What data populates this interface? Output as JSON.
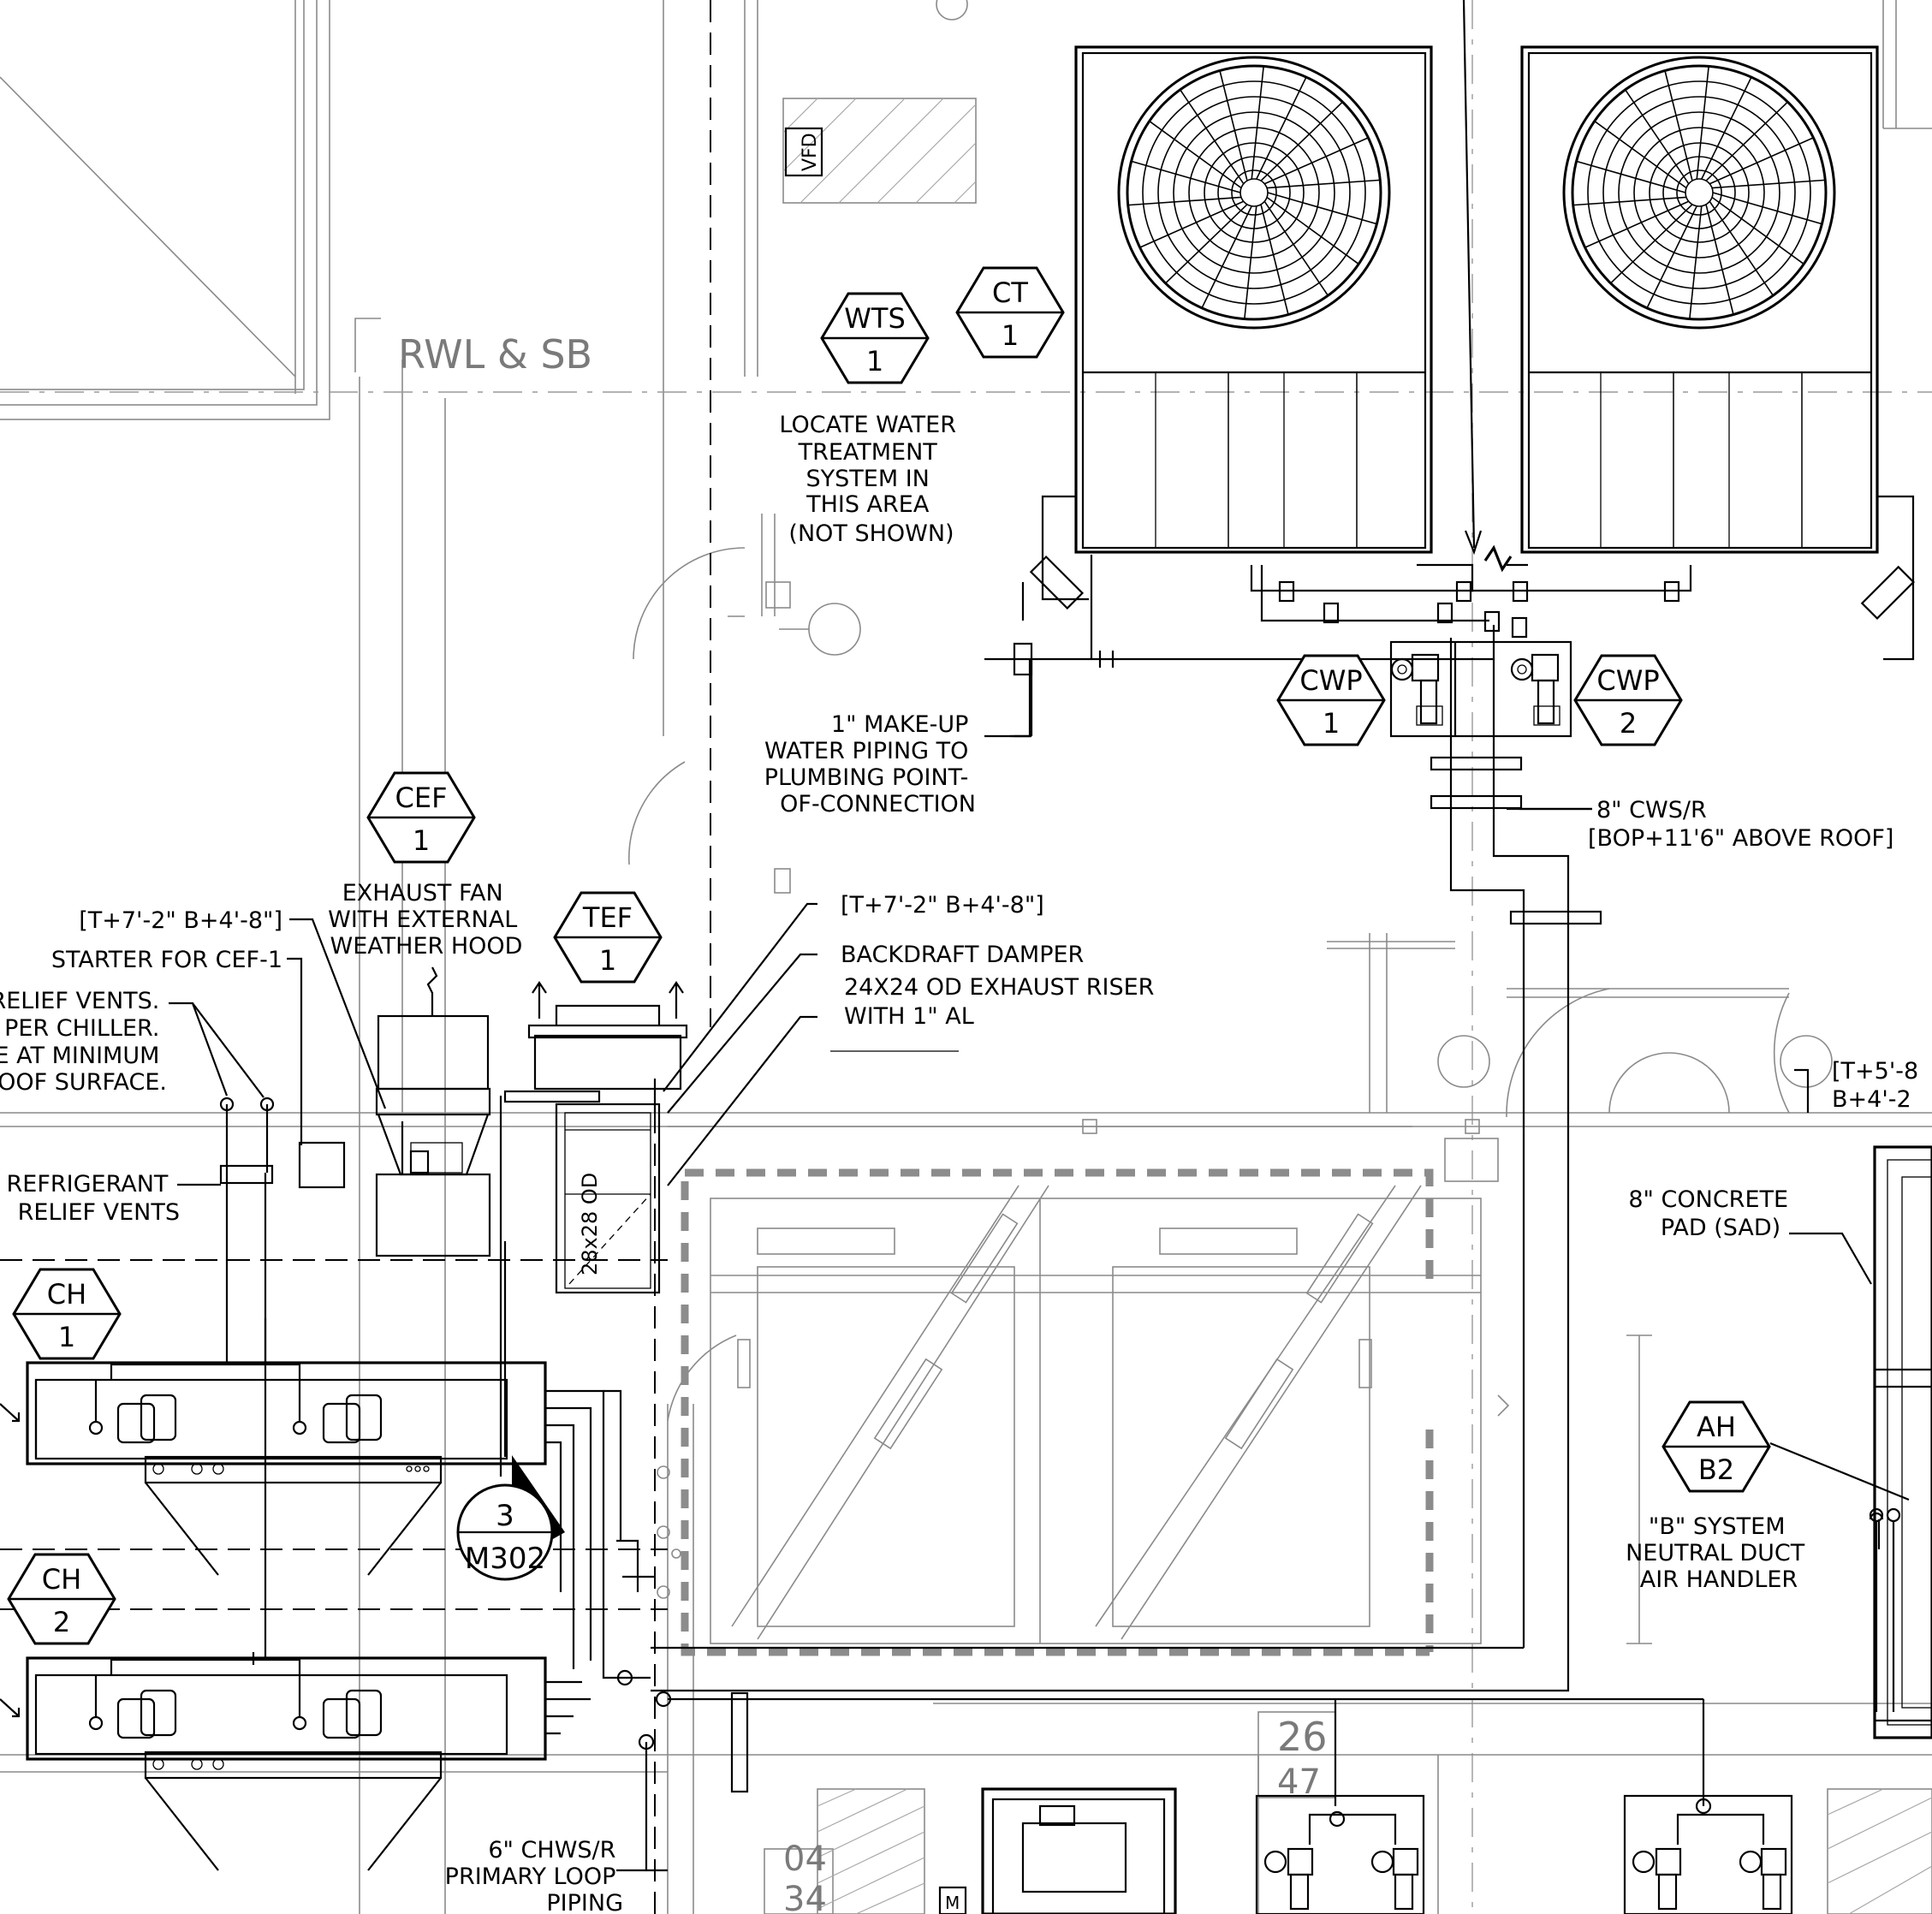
{
  "tags": {
    "wts": {
      "top": "WTS",
      "bottom": "1"
    },
    "ct": {
      "top": "CT",
      "bottom": "1"
    },
    "cef": {
      "top": "CEF",
      "bottom": "1"
    },
    "tef": {
      "top": "TEF",
      "bottom": "1"
    },
    "cwp1": {
      "top": "CWP",
      "bottom": "1"
    },
    "cwp2": {
      "top": "CWP",
      "bottom": "2"
    },
    "ch1": {
      "top": "CH",
      "bottom": "1"
    },
    "ch2": {
      "top": "CH",
      "bottom": "2"
    },
    "ahb2": {
      "top": "AH",
      "bottom": "B2"
    },
    "section": {
      "top": "3",
      "bottom": "M302"
    }
  },
  "labels": {
    "rwl": "RWL & SB",
    "vfd": "VFD",
    "locate_water": [
      "LOCATE WATER",
      "TREATMENT",
      "SYSTEM IN",
      "THIS AREA",
      "(NOT SHOWN)"
    ],
    "makeup_water": [
      "1\" MAKE-UP",
      "WATER PIPING TO",
      "PLUMBING POINT-",
      "OF-CONNECTION"
    ],
    "cws_r": [
      "8\" CWS/R",
      "[BOP+11'6\" ABOVE ROOF]"
    ],
    "exhaust_fan": [
      "EXHAUST FAN",
      "WITH EXTERNAL",
      "WEATHER HOOD"
    ],
    "cef_elev": "[T+7'-2\" B+4'-8\"]",
    "starter": "STARTER FOR CEF-1",
    "relief_left": [
      "RELIEF VENTS.",
      "PER CHILLER.",
      "E AT MINIMUM",
      "OOF SURFACE."
    ],
    "refrigerant": [
      "\" REFRIGERANT",
      "RELIEF VENTS"
    ],
    "tef_elev": "[T+7'-2\" B+4'-8\"]",
    "backdraft": "BACKDRAFT DAMPER",
    "riser": [
      "24X24 OD EXHAUST RISER",
      "WITH 1\" AL"
    ],
    "duct_size": "28x28 OD",
    "right_elev": [
      "[T+5'-8",
      "B+4'-2"
    ],
    "concrete_pad": [
      "8\" CONCRETE",
      "PAD (SAD)"
    ],
    "b_system": [
      "\"B\" SYSTEM",
      "NEUTRAL DUCT",
      "AIR HANDLER"
    ],
    "chws_r": [
      "6\" CHWS/R",
      "PRIMARY LOOP",
      "PIPING"
    ],
    "room_26": "26",
    "room_47": "47",
    "room_04": "04",
    "room_34": "34",
    "mark_m": "M"
  }
}
